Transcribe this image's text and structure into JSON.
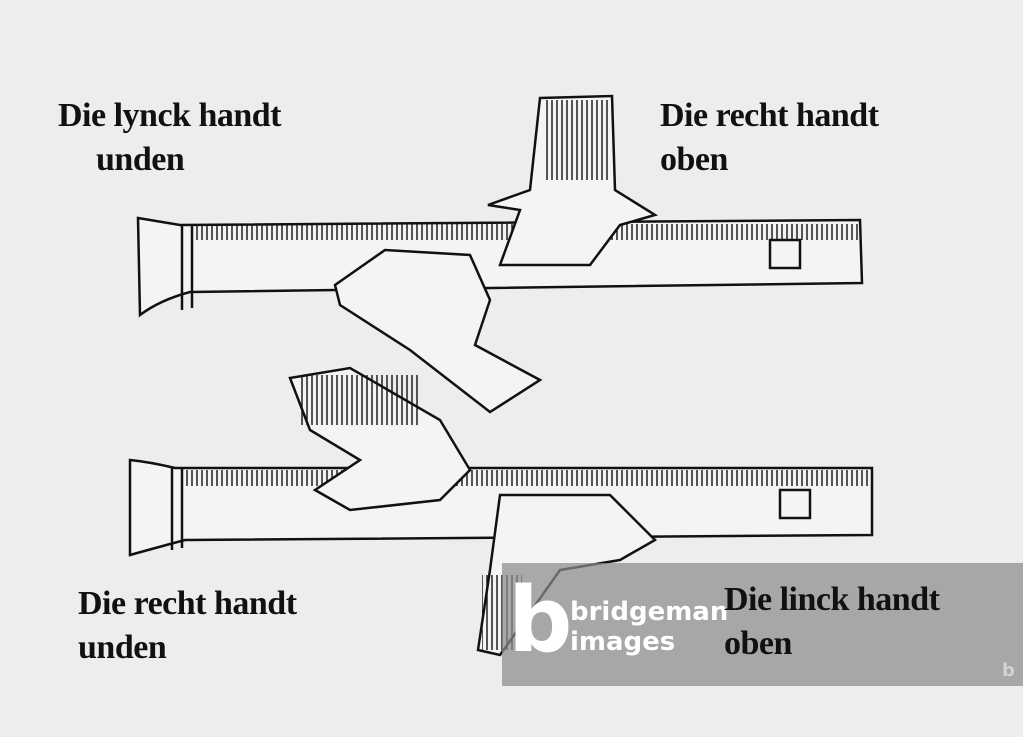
{
  "captions": {
    "top_left": [
      "Die lynck handt",
      "unden"
    ],
    "top_right": [
      "Die recht handt",
      "oben"
    ],
    "bottom_left": [
      "Die recht handt",
      "unden"
    ],
    "bottom_right": [
      "Die linck handt",
      "oben"
    ]
  },
  "watermark": {
    "logo_letter": "b",
    "line1": "bridgeman",
    "line2": "images"
  },
  "colors": {
    "paper": "#ededed",
    "ink": "#111111",
    "watermark": "#8c8c8c"
  }
}
